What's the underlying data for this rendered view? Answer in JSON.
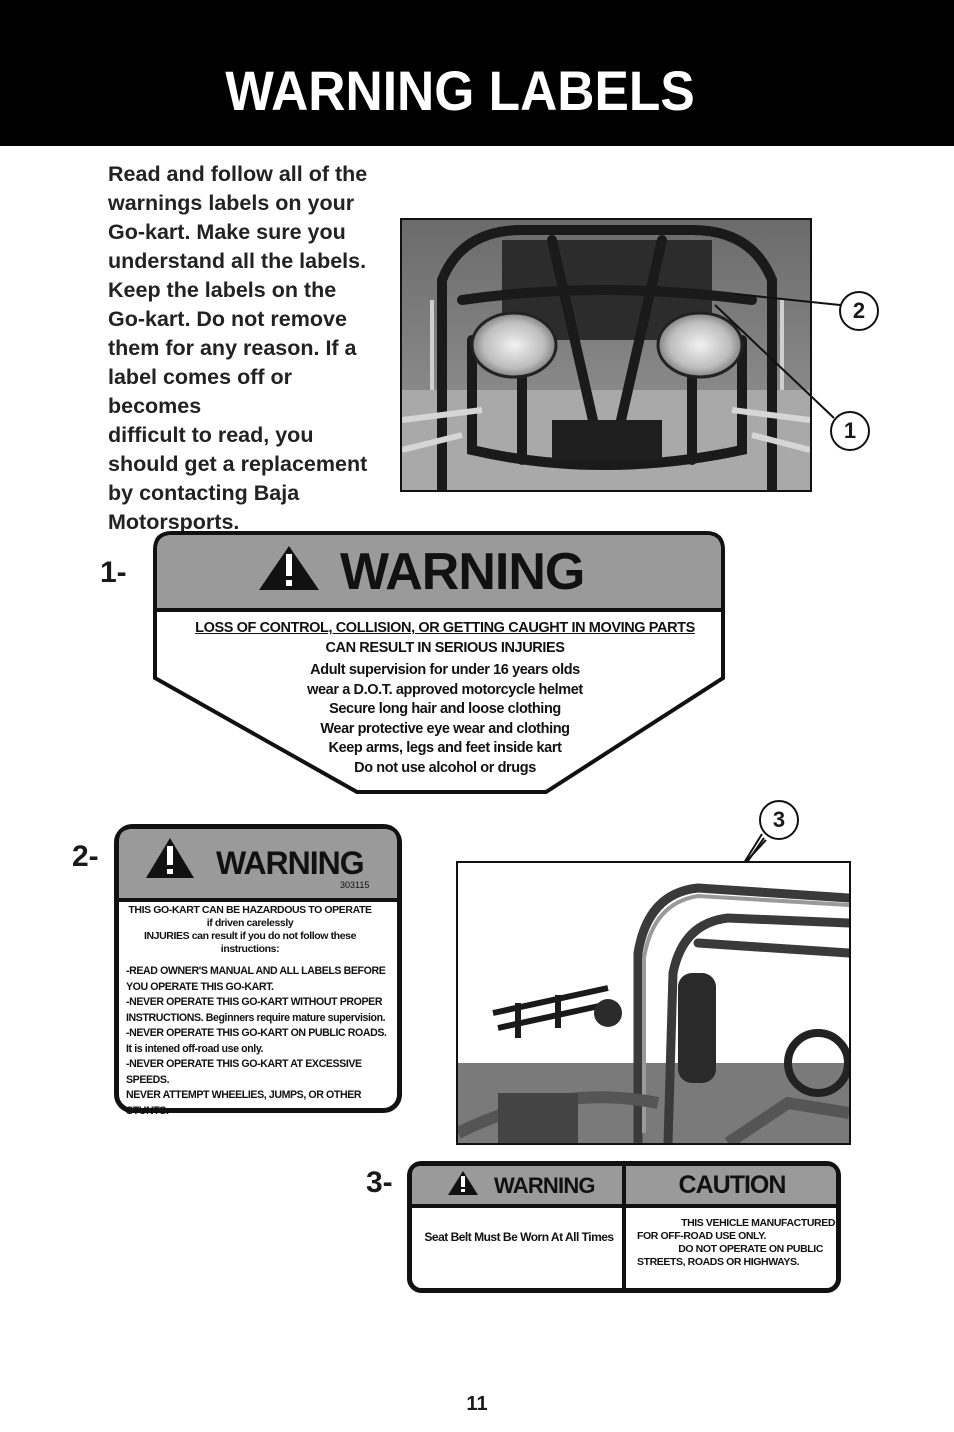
{
  "page": {
    "title": "WARNING LABELS",
    "page_number": "11"
  },
  "intro": {
    "lines": [
      "Read and follow all of the",
      "warnings labels on your",
      "Go-kart.  Make sure you",
      "understand all the labels.",
      "Keep the labels on the",
      "Go-kart.  Do not remove",
      "them for any reason.  If a",
      "label comes off or becomes",
      "difficult to read, you",
      "should get a replacement",
      "by contacting Baja",
      "Motorsports."
    ]
  },
  "callouts": {
    "c1": "1",
    "c2": "2",
    "c3": "3"
  },
  "sections": {
    "s1": "1-",
    "s2": "2-",
    "s3": "3-"
  },
  "label1": {
    "heading": "WARNING",
    "line_a": "LOSS OF CONTROL, COLLISION, OR GETTING CAUGHT IN MOVING PARTS",
    "line_b": "CAN RESULT IN SERIOUS INJURIES",
    "items": [
      "Adult supervision for under 16 years olds",
      "wear a D.O.T. approved motorcycle helmet",
      "Secure long hair and loose clothing",
      "Wear protective eye wear and clothing",
      "Keep arms, legs and feet inside kart",
      "Do not use alcohol or drugs"
    ]
  },
  "label2": {
    "heading": "WARNING",
    "code": "303115",
    "intro": [
      "THIS GO-KART CAN BE HAZARDOUS TO OPERATE",
      "if driven carelessly",
      "INJURIES can result if you do not follow these",
      "instructions:"
    ],
    "items": [
      "-READ OWNER'S MANUAL AND ALL LABELS BEFORE",
      "YOU OPERATE THIS GO-KART.",
      "-NEVER OPERATE THIS GO-KART WITHOUT PROPER",
      "INSTRUCTIONS. Beginners require mature supervision.",
      "-NEVER OPERATE THIS GO-KART ON PUBLIC ROADS.",
      "It is intened off-road use only.",
      "-NEVER OPERATE THIS GO-KART AT EXCESSIVE SPEEDS.",
      "NEVER ATTEMPT WHEELIES, JUMPS, OR OTHER STUNTS."
    ]
  },
  "label3": {
    "warning_heading": "WARNING",
    "warning_text": "Seat Belt Must Be Worn At All Times",
    "caution_heading": "CAUTION",
    "caution_lines": [
      "THIS VEHICLE MANUFACTURED",
      "FOR OFF-ROAD USE ONLY.",
      "DO NOT OPERATE ON PUBLIC",
      "STREETS, ROADS OR HIGHWAYS."
    ]
  },
  "colors": {
    "header_bg": "#000000",
    "label_head_gray": "#9a9a9a",
    "label_border": "#111111"
  }
}
